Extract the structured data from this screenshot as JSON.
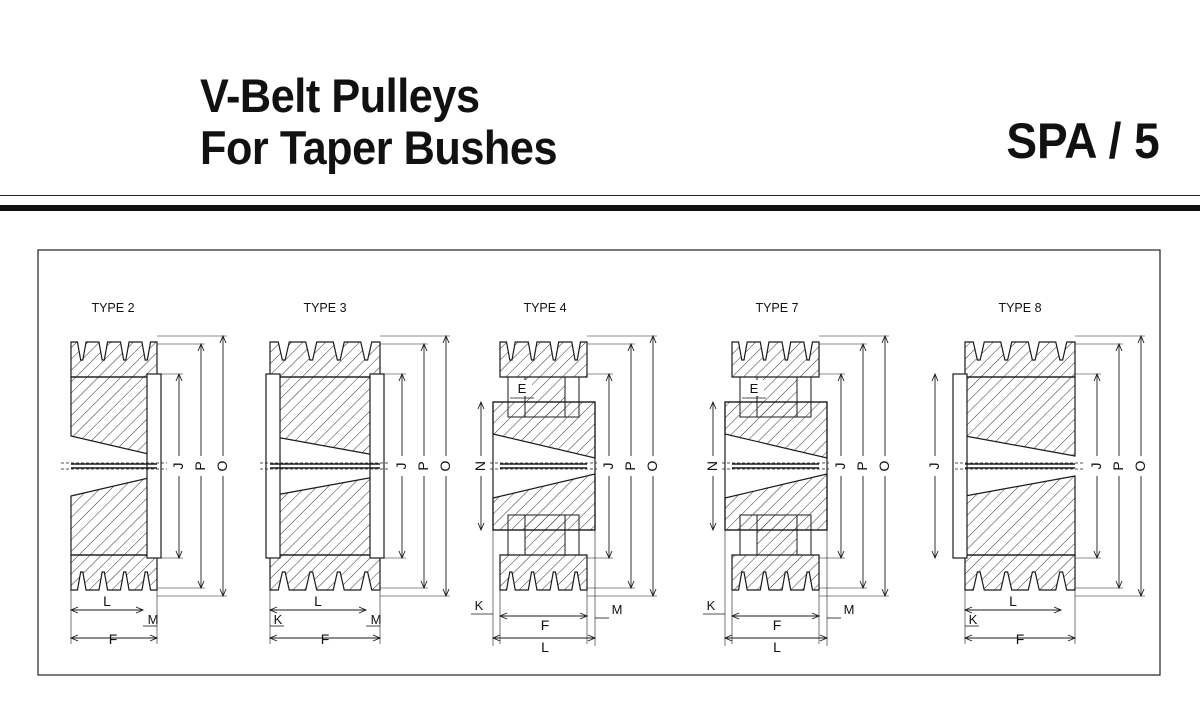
{
  "header": {
    "title_line1": "V-Belt  Pulleys",
    "title_line2": "For Taper Bushes",
    "code": "SPA / 5"
  },
  "types": [
    {
      "label": "TYPE 2",
      "style": "single-left",
      "dims": [
        "J",
        "P",
        "O",
        "L",
        "M",
        "F"
      ]
    },
    {
      "label": "TYPE 3",
      "style": "single-both",
      "dims": [
        "J",
        "P",
        "O",
        "L",
        "K",
        "M",
        "F"
      ]
    },
    {
      "label": "TYPE 4",
      "style": "boss",
      "dims": [
        "E",
        "N",
        "J",
        "P",
        "O",
        "K",
        "M",
        "F",
        "L"
      ]
    },
    {
      "label": "TYPE 7",
      "style": "boss",
      "dims": [
        "E",
        "N",
        "J",
        "P",
        "O",
        "K",
        "M",
        "F",
        "L"
      ]
    },
    {
      "label": "TYPE 8",
      "style": "single-right",
      "dims": [
        "J",
        "P",
        "O",
        "K",
        "L",
        "F"
      ]
    }
  ],
  "colors": {
    "ink": "#1a1a1a",
    "hatch": "#333333"
  }
}
